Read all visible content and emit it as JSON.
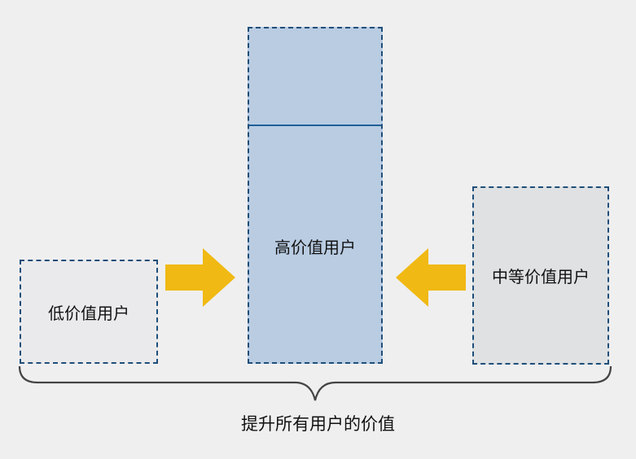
{
  "boxes": {
    "low": {
      "label": "低价值用户"
    },
    "high": {
      "label": "高价值用户"
    },
    "mid": {
      "label": "中等价值用户"
    }
  },
  "caption": "提升所有用户的价值",
  "colors": {
    "border": "#1f4e79",
    "high_fill": "#b9cce2",
    "arrow": "#f0b913",
    "brace": "#444444"
  },
  "icons": {
    "left_arrow": "arrow-right-icon",
    "right_arrow": "arrow-left-icon",
    "brace": "curly-brace-icon"
  }
}
